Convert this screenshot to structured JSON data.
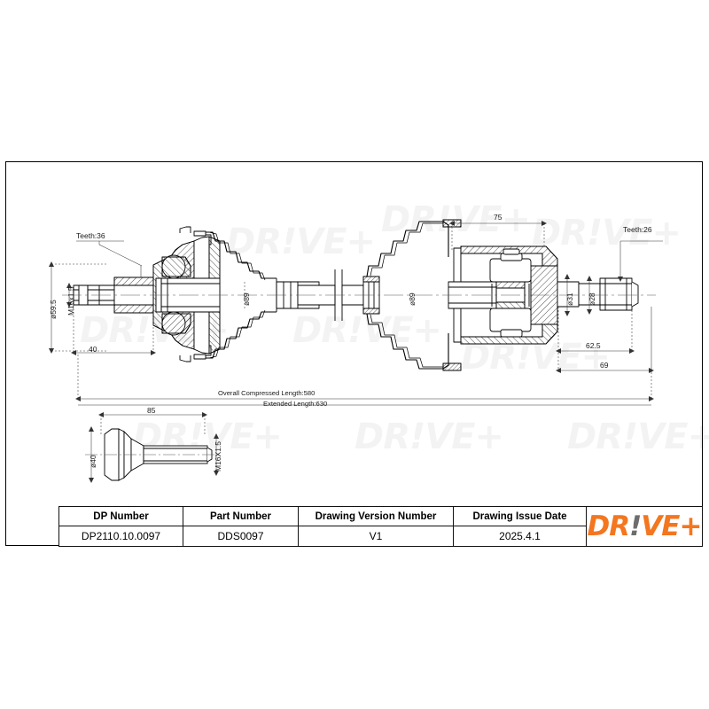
{
  "document": {
    "type": "technical-drawing",
    "subject": "drive shaft assembly"
  },
  "watermark": {
    "text": "DR!VE+"
  },
  "drawing": {
    "left_joint": {
      "teeth_label": "Teeth:36",
      "outer_diameter": "ø59.5",
      "thread": "M16x1.5",
      "stub_length": "40",
      "boot_diameter": "ø89"
    },
    "center": {
      "shaft_diameter": "ø89",
      "overall_compressed": "Overall  Compressed  Length:580",
      "extended": "Extended  Length:630"
    },
    "right_joint": {
      "housing_length": "75",
      "teeth_label": "Teeth:26",
      "diameter_31": "ø31",
      "diameter_28": "ø28",
      "length_62_5": "62.5",
      "length_69": "69"
    },
    "bolt_detail": {
      "length": "85",
      "thread": "M16X1.5",
      "head_diameter": "ø40"
    }
  },
  "title_block": {
    "columns": [
      {
        "header": "DP Number",
        "value": "DP2110.10.0097"
      },
      {
        "header": "Part Number",
        "value": "DDS0097"
      },
      {
        "header": "Drawing Version Number",
        "value": "V1"
      },
      {
        "header": "Drawing Issue Date",
        "value": "2025.4.1"
      }
    ],
    "logo": {
      "part1": "DR",
      "bang": "!",
      "part2": "VE+"
    }
  },
  "colors": {
    "brand_orange": "#F4761F",
    "brand_gray": "#6d6d6d",
    "line": "#000000"
  }
}
